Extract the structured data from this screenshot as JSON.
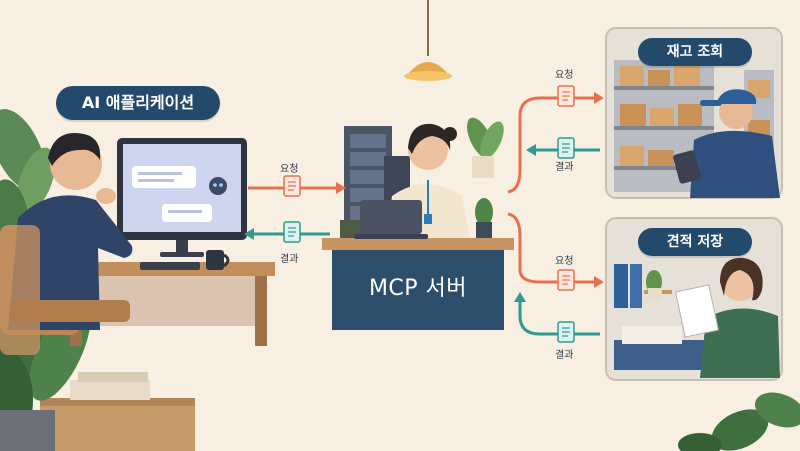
{
  "application": {
    "label": "AI 애플리케이션"
  },
  "server": {
    "label": "MCP 서버"
  },
  "inventory": {
    "label": "재고 조회"
  },
  "quote": {
    "label": "견적 저장"
  },
  "flows": {
    "app_to_server": {
      "request": "요청",
      "result": "결과"
    },
    "server_to_inventory": {
      "request": "요청",
      "result": "결과"
    },
    "server_to_quote": {
      "request": "요청",
      "result": "결과"
    }
  },
  "colors": {
    "background": "#f7efe2",
    "label_bg": "#234a6b",
    "request_arrow": "#e8704f",
    "result_arrow": "#2f9a92",
    "server_desk": "#2c4e6b"
  }
}
